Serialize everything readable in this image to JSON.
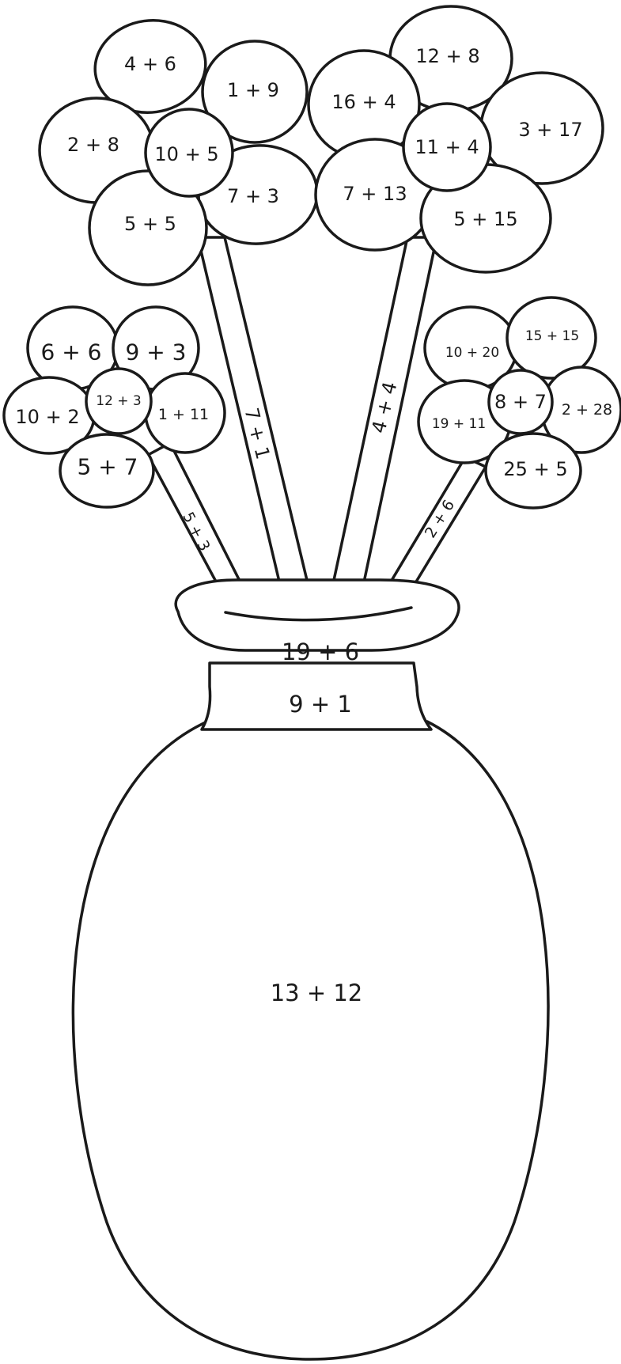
{
  "flower_top_left": {
    "center": "10 + 5",
    "petals": [
      "4 + 6",
      "1 + 9",
      "2 + 8",
      "7 + 3",
      "5 + 5"
    ]
  },
  "flower_top_right": {
    "center": "11 + 4",
    "petals": [
      "12 + 8",
      "16 + 4",
      "3 + 17",
      "7 + 13",
      "5 + 15"
    ]
  },
  "flower_mid_left": {
    "center": "12 + 3",
    "petals": [
      "6 + 6",
      "9 + 3",
      "10 + 2",
      "1 + 11",
      "5 + 7"
    ]
  },
  "flower_mid_right": {
    "center": "8 + 7",
    "petals": [
      "10 + 20",
      "15 + 15",
      "19 + 11",
      "2 + 28",
      "25 + 5"
    ]
  },
  "stems": {
    "top_left": "7 + 1",
    "top_right": "4 + 4",
    "mid_left": "5 + 3",
    "mid_right": "2 + 6"
  },
  "vase": {
    "rim": "19 + 6",
    "neck": "9 + 1",
    "body": "13 + 12"
  },
  "colors": {
    "line": "#1a1a1a",
    "fill": "#ffffff"
  }
}
